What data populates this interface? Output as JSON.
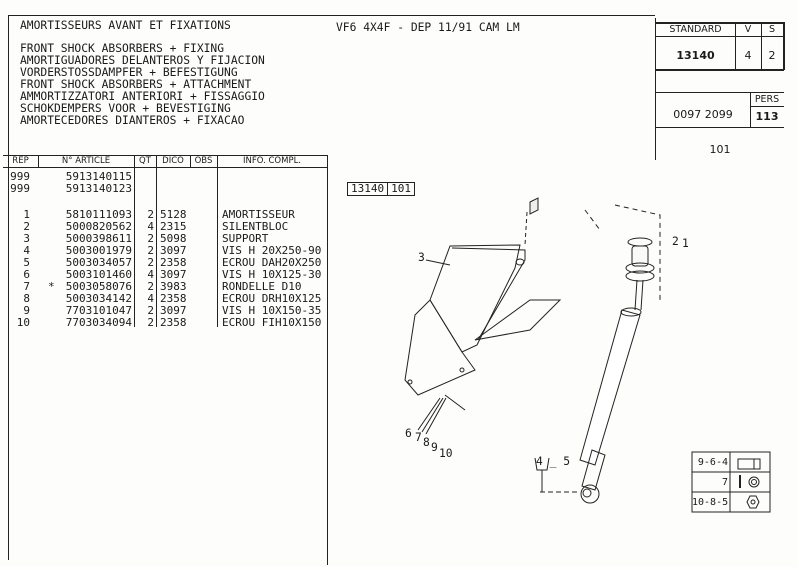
{
  "header": {
    "title": "AMORTISSEURS AVANT ET FIXATIONS",
    "vehicle": "VF6 4X4F - DEP 11/91 CAM LM",
    "translations": [
      "FRONT SHOCK ABSORBERS + FIXING",
      "AMORTIGUADORES DELANTEROS Y FIJACION",
      "VORDERSTOSSDAMPFER + BEFESTIGUNG",
      "FRONT SHOCK ABSORBERS + ATTACHMENT",
      "AMMORTIZZATORI ANTERIORI + FISSAGGIO",
      "SCHOKDEMPERS VOOR + BEVESTIGING",
      "AMORTECEDORES DIANTEROS + FIXACAO"
    ]
  },
  "info_box": {
    "standard_label": "STANDARD",
    "v_label": "V",
    "s_label": "S",
    "standard": "13140",
    "v": "4",
    "s": "2",
    "code": "0097 2099",
    "pers_label": "PERS",
    "pers": "113",
    "plate": "101"
  },
  "table": {
    "headers": [
      "REP",
      "N° ARTICLE",
      "QT",
      "DICO",
      "OBS",
      "INFO. COMPL."
    ],
    "rows": [
      {
        "rep": "999",
        "mark": "",
        "article": "5913140115",
        "qt": "",
        "dico": "",
        "info": ""
      },
      {
        "rep": "999",
        "mark": "",
        "article": "5913140123",
        "qt": "",
        "dico": "",
        "info": ""
      },
      {
        "rep": "1",
        "mark": "",
        "article": "5810111093",
        "qt": "2",
        "dico": "5128",
        "info": "AMORTISSEUR"
      },
      {
        "rep": "2",
        "mark": "",
        "article": "5000820562",
        "qt": "4",
        "dico": "2315",
        "info": "SILENTBLOC"
      },
      {
        "rep": "3",
        "mark": "",
        "article": "5000398611",
        "qt": "2",
        "dico": "5098",
        "info": "SUPPORT"
      },
      {
        "rep": "4",
        "mark": "",
        "article": "5003001979",
        "qt": "2",
        "dico": "3097",
        "info": "VIS H 20X250-90"
      },
      {
        "rep": "5",
        "mark": "",
        "article": "5003034057",
        "qt": "2",
        "dico": "2358",
        "info": "ECROU DAH20X250"
      },
      {
        "rep": "6",
        "mark": "",
        "article": "5003101460",
        "qt": "4",
        "dico": "3097",
        "info": "VIS H 10X125-30"
      },
      {
        "rep": "7",
        "mark": "*",
        "article": "5003058076",
        "qt": "2",
        "dico": "3983",
        "info": "RONDELLE D10"
      },
      {
        "rep": "8",
        "mark": "",
        "article": "5003034142",
        "qt": "4",
        "dico": "2358",
        "info": "ECROU DRH10X125"
      },
      {
        "rep": "9",
        "mark": "",
        "article": "7703101047",
        "qt": "2",
        "dico": "3097",
        "info": "VIS H 10X150-35"
      },
      {
        "rep": "10",
        "mark": "",
        "article": "7703034094",
        "qt": "2",
        "dico": "2358",
        "info": "ECROU FIH10X150"
      }
    ]
  },
  "diagram": {
    "ref_group": "13140",
    "ref_plate": "101",
    "callouts": {
      "c3": "3",
      "c2": "2",
      "c1": "1",
      "c6": "6",
      "c7": "7",
      "c8": "8",
      "c9": "9",
      "c10": "10",
      "c45": "4 _ 5"
    },
    "legend": [
      {
        "label": "9-6-4",
        "icon": "bolt-icon"
      },
      {
        "label": "7",
        "icon": "washer-icon"
      },
      {
        "label": "10-8-5",
        "icon": "nut-icon"
      }
    ]
  }
}
